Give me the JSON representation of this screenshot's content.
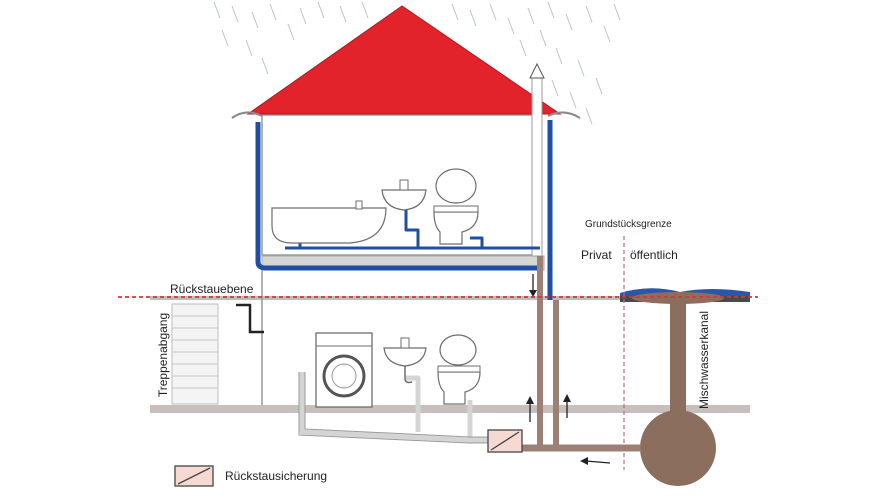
{
  "labels": {
    "grundstuecksgrenze": "Grundstücksgrenze",
    "privat": "Privat",
    "oeffentlich": "öffentlich",
    "rueckstauebene": "Rückstauebene",
    "treppenabgang": "Treppenabgang",
    "mischwasserkanal": "Mischwasserkanal",
    "legend_rueckstausicherung": "Rückstausicherung"
  },
  "colors": {
    "roof": "#e3232c",
    "rain_pipe": "#1f4fa3",
    "waste_pipe": "#9c8074",
    "ground": "#bdbdbd",
    "backflow_level_line": "#e0303a",
    "street_water": "#2b57a8"
  }
}
